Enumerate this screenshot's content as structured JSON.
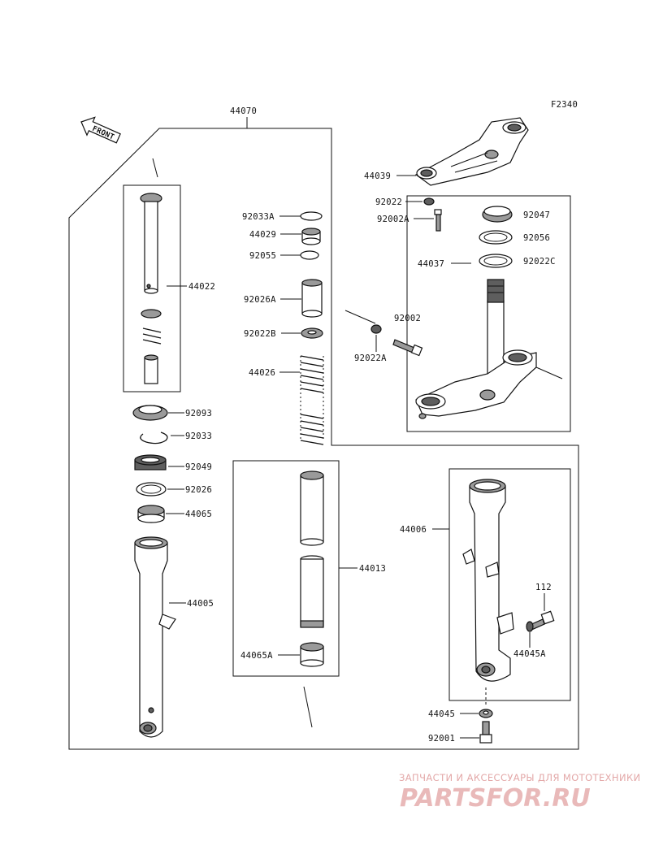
{
  "figure_code": "F2340",
  "front_label": "FRONT",
  "watermark": {
    "line1": "ЗАПЧАСТИ И АКСЕССУАРЫ ДЛЯ МОТОТЕХНИКИ",
    "line2": "PARTSFOR.RU"
  },
  "labels": {
    "p44070": "44070",
    "p44039": "44039",
    "p92022": "92022",
    "p92002A": "92002A",
    "p92047": "92047",
    "p92056": "92056",
    "p92022C": "92022C",
    "p44037": "44037",
    "p92002": "92002",
    "p92022A": "92022A",
    "p92033A": "92033A",
    "p44029": "44029",
    "p92055": "92055",
    "p92026A": "92026A",
    "p92022B": "92022B",
    "p44026": "44026",
    "p44022": "44022",
    "p92093": "92093",
    "p92033": "92033",
    "p92049": "92049",
    "p92026": "92026",
    "p44065": "44065",
    "p44005": "44005",
    "p44013": "44013",
    "p44065A": "44065A",
    "p44006": "44006",
    "p112": "112",
    "p44045A": "44045A",
    "p44045": "44045",
    "p92001": "92001"
  }
}
